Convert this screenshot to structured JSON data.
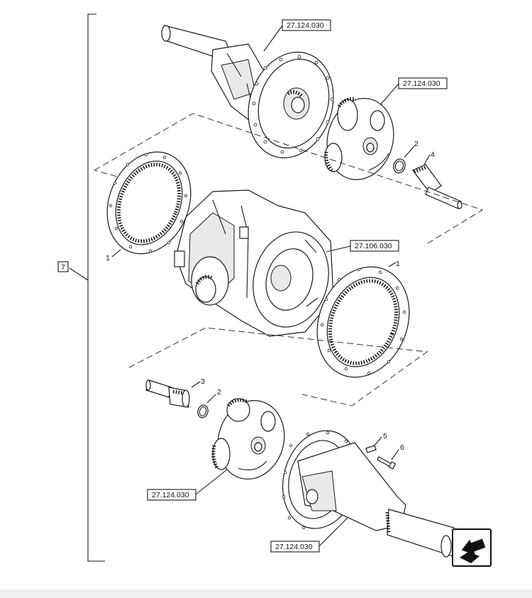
{
  "callouts": {
    "bracket_group": "7",
    "ring_gear_left": "1",
    "ring_gear_right": "1",
    "snap_ring_top": "2",
    "snap_ring_bottom": "2",
    "sun_shaft_bottom": "3",
    "sun_shaft_top": "4",
    "dowel_pin": "5",
    "bolt": "6"
  },
  "references": {
    "axle_housing_top": "27.124.030",
    "planetary_carrier_top": "27.124.030",
    "differential_housing": "27.106.030",
    "planetary_carrier_bottom": "27.124.030",
    "axle_housing_bottom": "27.124.030"
  },
  "nav": {
    "icon": "next-page-arrow-icon"
  },
  "colors": {
    "line": "#1a1a1a",
    "background": "#ffffff"
  }
}
